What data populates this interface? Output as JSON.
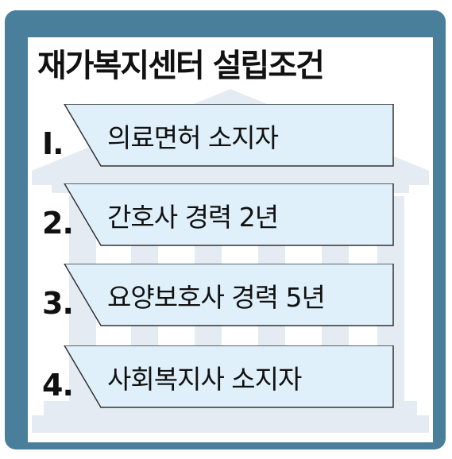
{
  "title": "재가복지센터 설립조건",
  "colors": {
    "frame": "#4a7f9b",
    "banner_fill": "#dff0fb",
    "banner_stroke": "#333333",
    "building": "#e4ebf2"
  },
  "items": [
    {
      "number": "I.",
      "label": "의료면허 소지자"
    },
    {
      "number": "2.",
      "label": "간호사 경력 2년"
    },
    {
      "number": "3.",
      "label": "요양보호사 경력 5년"
    },
    {
      "number": "4.",
      "label": "사회복지사 소지자"
    }
  ]
}
